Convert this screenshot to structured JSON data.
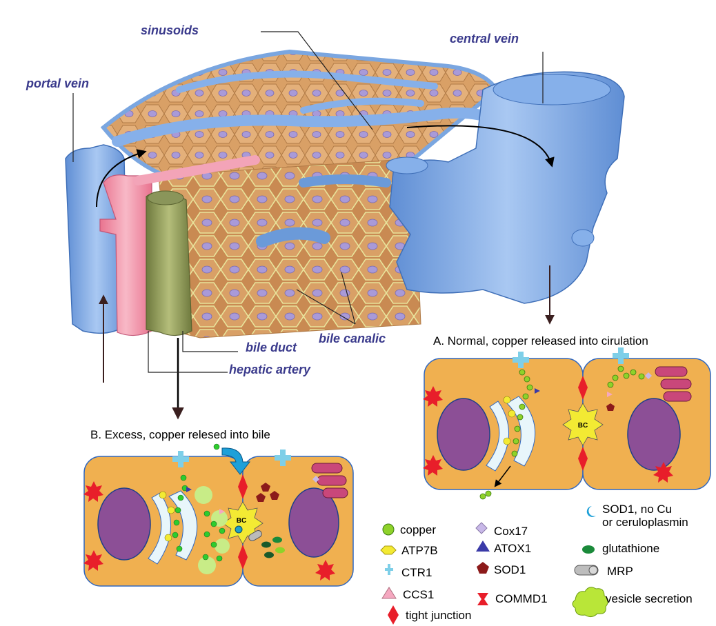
{
  "labels": {
    "sinusoids": "sinusoids",
    "central_vein": "central vein",
    "portal_vein": "portal vein",
    "bile_duct": "bile duct",
    "bile_canalic": "bile canalic",
    "hepatic_artery": "hepatic artery"
  },
  "panels": {
    "normal_title": "A.  Normal, copper released into cirulation",
    "excess_title": "B.  Excess, copper relesed into bile",
    "bc_label": "BC"
  },
  "legend": {
    "copper": "copper",
    "atp7b": "ATP7B",
    "ctr1": "CTR1",
    "ccs1": "CCS1",
    "tight_junction": "tight junction",
    "cox17": "Cox17",
    "atox1": "ATOX1",
    "sod1": "SOD1",
    "commd1": "COMMD1",
    "sod1_no_cu_line1": "SOD1, no Cu",
    "sod1_no_cu_line2": "or ceruloplasmin",
    "glutathione": "glutathione",
    "mrp": "MRP",
    "vesicle_secretion": "vesicle secretion"
  },
  "colors": {
    "vein_blue": "#7aa6e0",
    "tissue": "#d9a066",
    "artery_pink": "#ee8fa6",
    "bile_duct_olive": "#8e9a5a",
    "cell_orange": "#f0b050",
    "nucleus": "#8c4f96",
    "label_blue": "#3a3a8c",
    "copper_green": "#8fd22a",
    "tight_junction_red": "#e81e2a",
    "ctr1_cyan": "#7ecfe8",
    "atp7b_yellow": "#f3ea33",
    "sod1_maroon": "#8c1a1a",
    "atox1_blue": "#3a3aa8",
    "cox17_lilac": "#c8b8e8",
    "ccs1_pink": "#f5a8c0",
    "glutathione_green": "#1a8a3a"
  }
}
